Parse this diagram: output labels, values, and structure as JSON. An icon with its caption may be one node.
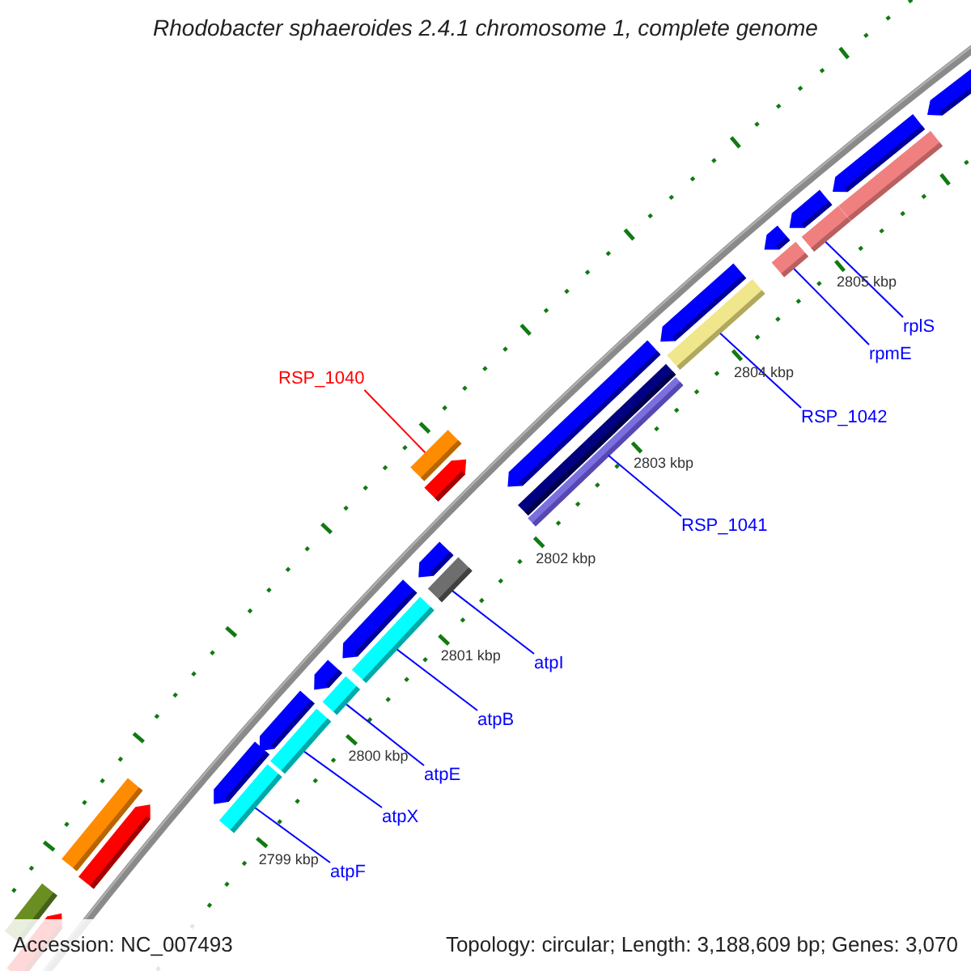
{
  "diagram": {
    "title": "Rhodobacter sphaeroides 2.4.1 chromosome 1, complete genome",
    "nodes": [
      {
        "text": [
          "rplS"
        ]
      },
      {
        "text": [
          "rpmE"
        ]
      },
      {
        "text": [
          "RSP_1040"
        ]
      },
      {
        "text": [
          "RSP_1042"
        ]
      },
      {
        "text": [
          "RSP_1041"
        ]
      },
      {
        "text": [
          "atpI"
        ]
      },
      {
        "text": [
          "atpB"
        ]
      },
      {
        "text": [
          "atpE"
        ]
      },
      {
        "text": [
          "atpX"
        ]
      },
      {
        "text": [
          "atpF"
        ]
      },
      {
        "text": [],
        "shape": "bar"
      },
      {
        "text": [],
        "shape": "bar"
      },
      {
        "text": [],
        "shape": "bar"
      },
      {
        "text": [],
        "shape": "bar"
      },
      {
        "text": [],
        "shape": "bar"
      },
      {
        "text": [],
        "shape": "bar"
      },
      {
        "text": [],
        "shape": "bar"
      },
      {
        "text": [],
        "shape": "bar"
      },
      {
        "text": [],
        "shape": "bar"
      },
      {
        "text": [],
        "shape": "bar"
      }
    ],
    "edges": [
      {
        "from": 0,
        "to": 19,
        "arrow": "none"
      },
      {
        "from": 1,
        "to": 18,
        "arrow": "none"
      },
      {
        "from": 2,
        "to": 15,
        "arrow": "none",
        "color": "#ff0000"
      },
      {
        "from": 3,
        "to": 17,
        "arrow": "none"
      },
      {
        "from": 4,
        "to": 16,
        "arrow": "none"
      },
      {
        "from": 5,
        "to": 14,
        "arrow": "none"
      },
      {
        "from": 6,
        "to": 13,
        "arrow": "none"
      },
      {
        "from": 7,
        "to": 12,
        "arrow": "none"
      },
      {
        "from": 8,
        "to": 11,
        "arrow": "none"
      },
      {
        "from": 9,
        "to": 10,
        "arrow": "none"
      }
    ],
    "labels": [
      "2805 kbp",
      "2804 kbp",
      "2803 kbp",
      "2802 kbp",
      "2801 kbp",
      "2800 kbp",
      "2799 kbp",
      "Accession: NC_007493",
      "Topology: circular; Length: 3,188,609 bp; Genes: 3,070"
    ]
  }
}
